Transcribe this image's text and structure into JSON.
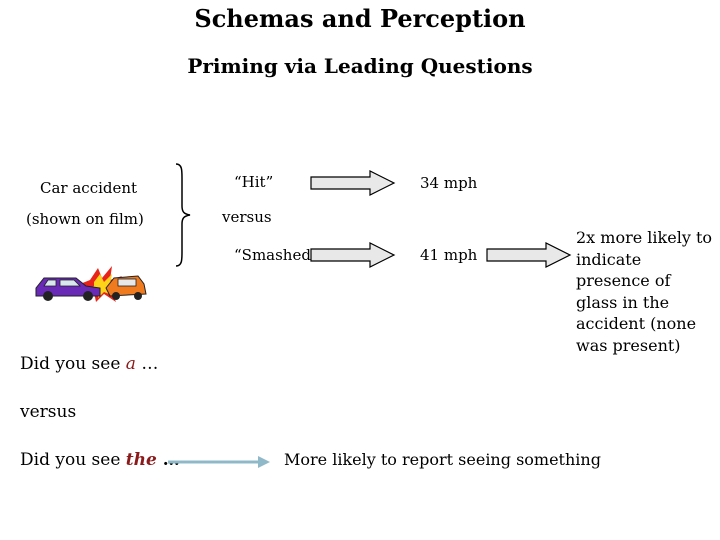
{
  "slide": {
    "title": "Schemas and Perception",
    "subtitle": "Priming via Leading Questions"
  },
  "scenario": {
    "line1": "Car accident",
    "line2": "(shown on film)"
  },
  "conditions": {
    "hit": "“Hit”",
    "versus": "versus",
    "smashed": "“Smashed”"
  },
  "results": {
    "hit_speed": "34 mph",
    "smashed_speed": "41 mph",
    "glass_note": "2x more likely to indicate presence of glass in the accident (none was present)"
  },
  "questions": {
    "q1_prefix": "Did you see ",
    "q1_article": "a",
    "q1_suffix": " …",
    "versus": "versus",
    "q2_prefix": "Did you see ",
    "q2_article": "the",
    "q2_suffix": " …",
    "outcome": "More likely to report seeing something"
  },
  "colors": {
    "accent": "#8b1a1a",
    "arrow_fill": "#e8e8e8",
    "line_arrow": "#8fb8c8"
  }
}
